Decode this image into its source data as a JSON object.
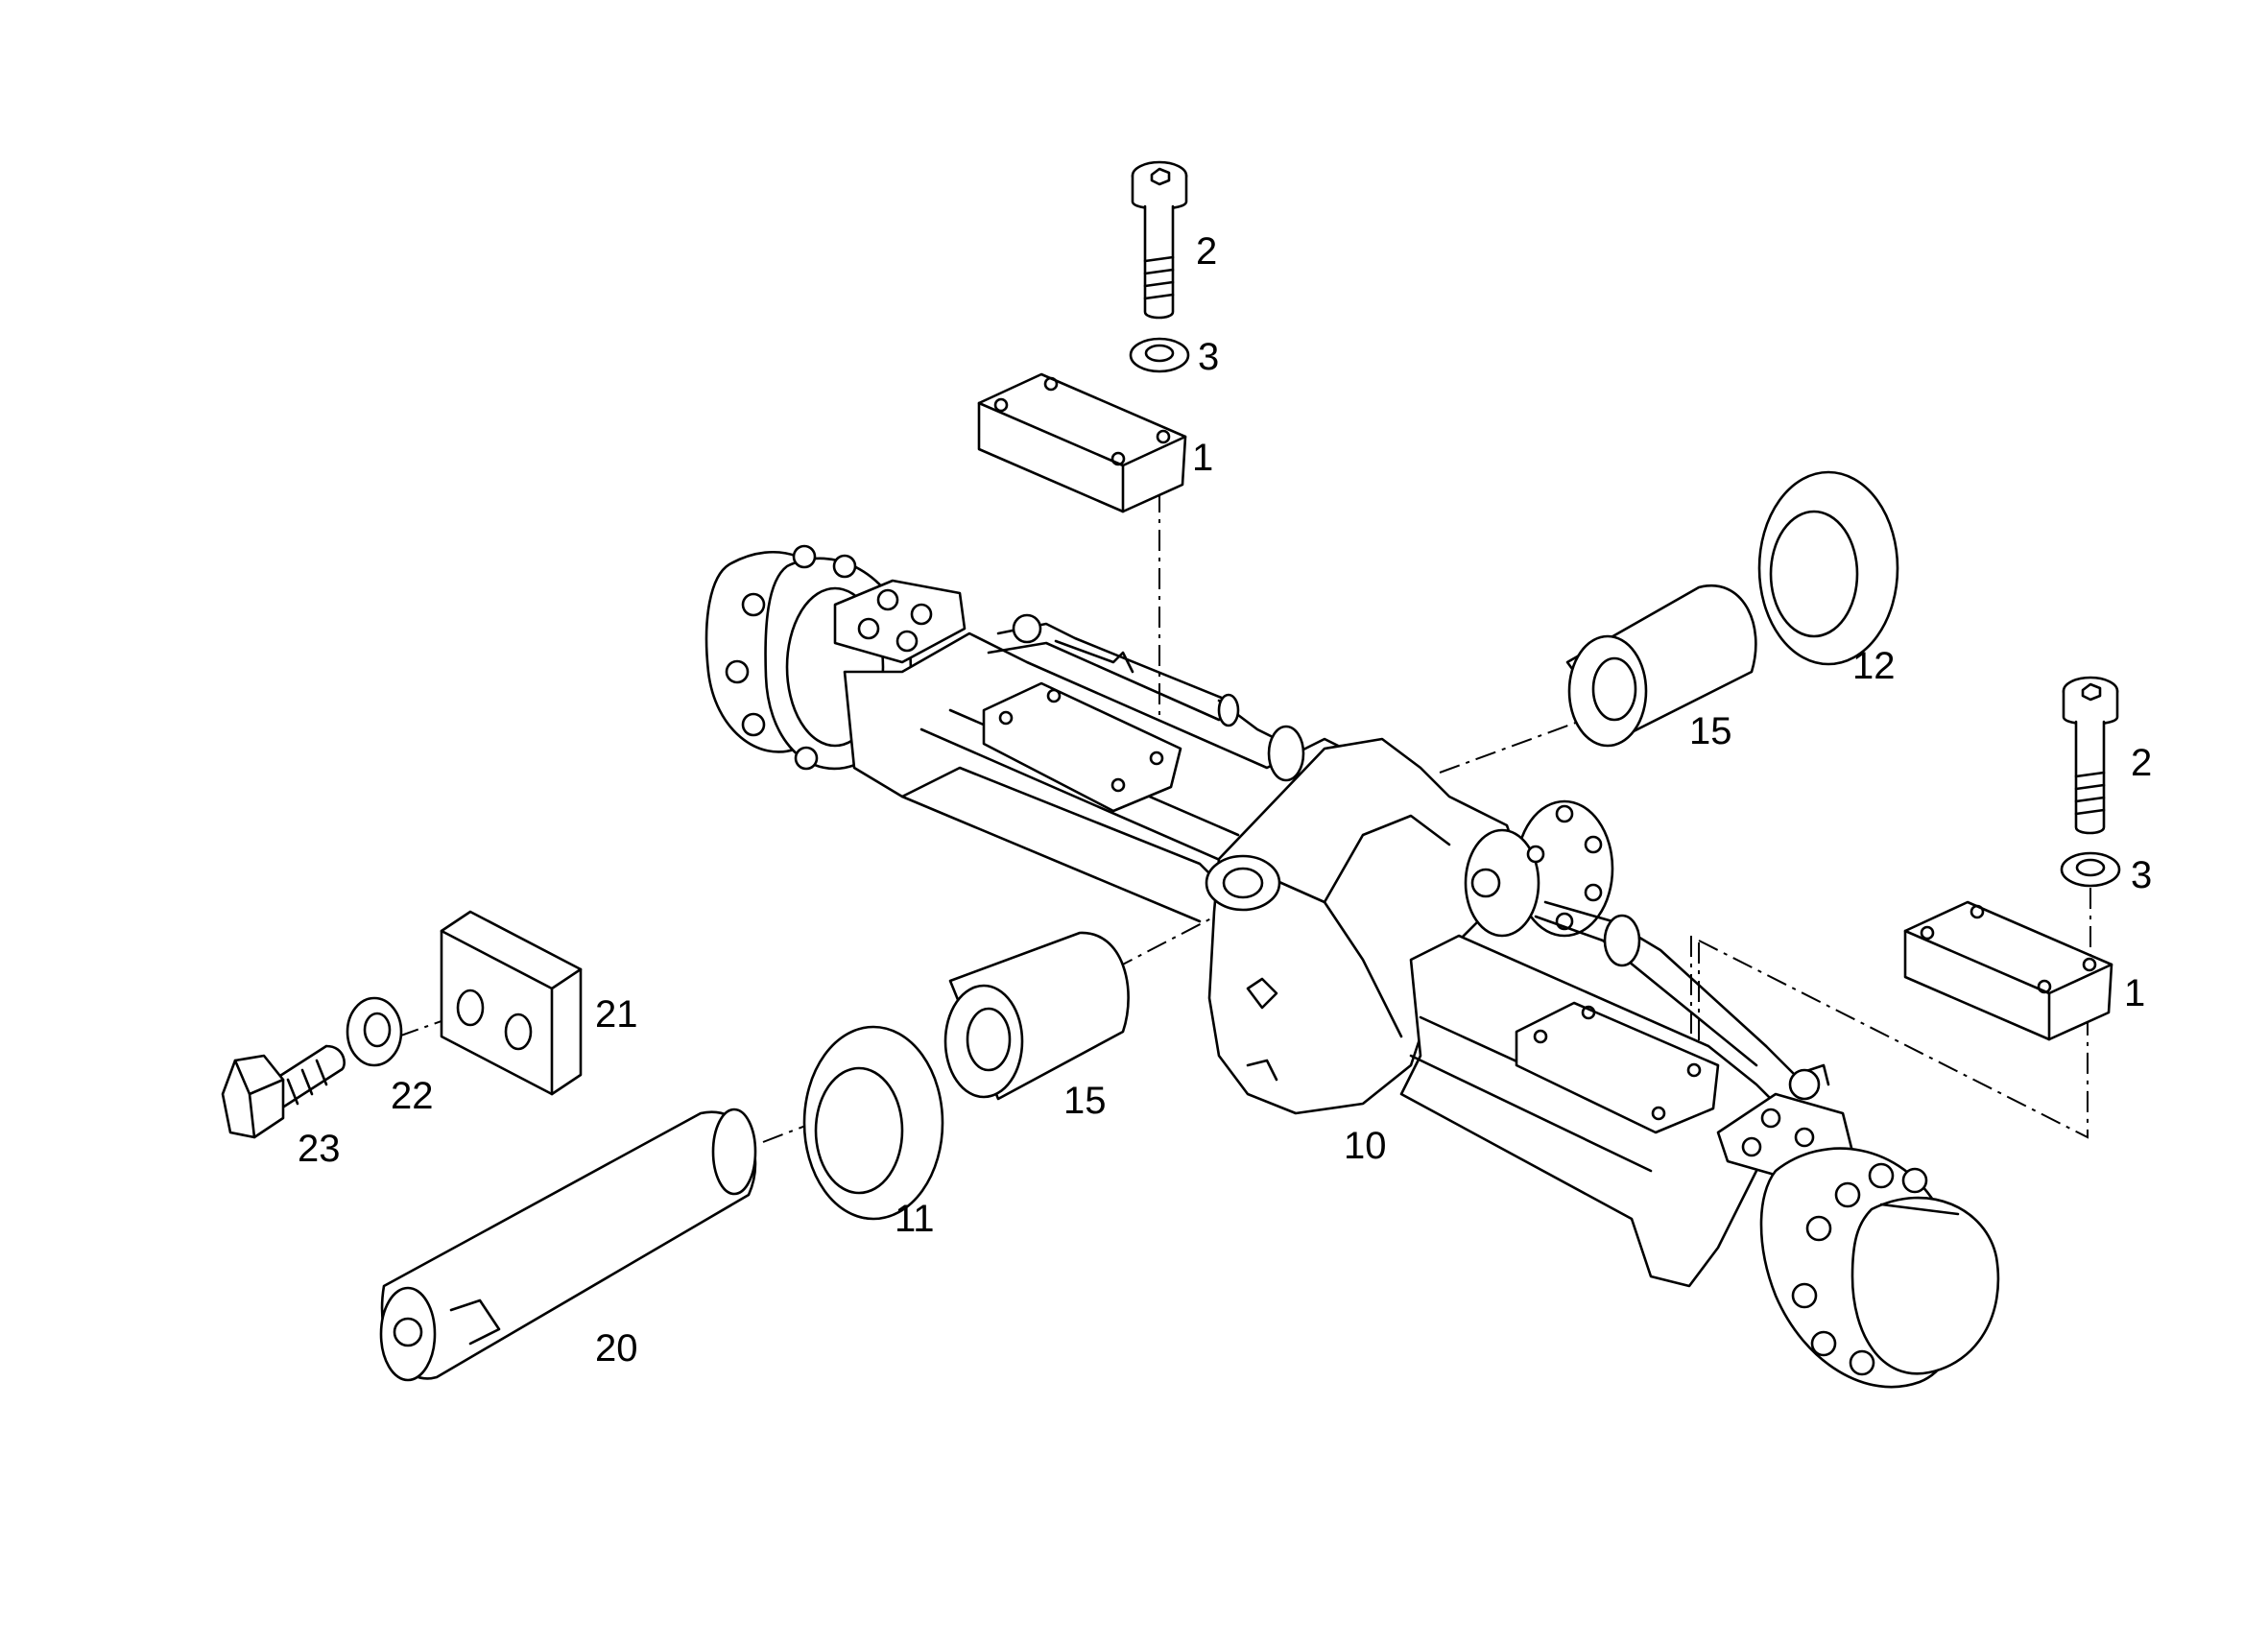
{
  "diagram": {
    "callouts": [
      "1",
      "2",
      "3",
      "10",
      "11",
      "12",
      "15",
      "20",
      "21",
      "22",
      "23"
    ],
    "labels": {
      "top_plate": "1",
      "top_bolt": "2",
      "top_washer": "3",
      "right_plate": "1",
      "right_bolt": "2",
      "right_washer": "3",
      "axle": "10",
      "ring_front": "11",
      "ring_rear": "12",
      "bushing_rear": "15",
      "bushing_front": "15",
      "pin": "20",
      "block": "21",
      "washer_small": "22",
      "bolt_small": "23"
    }
  }
}
